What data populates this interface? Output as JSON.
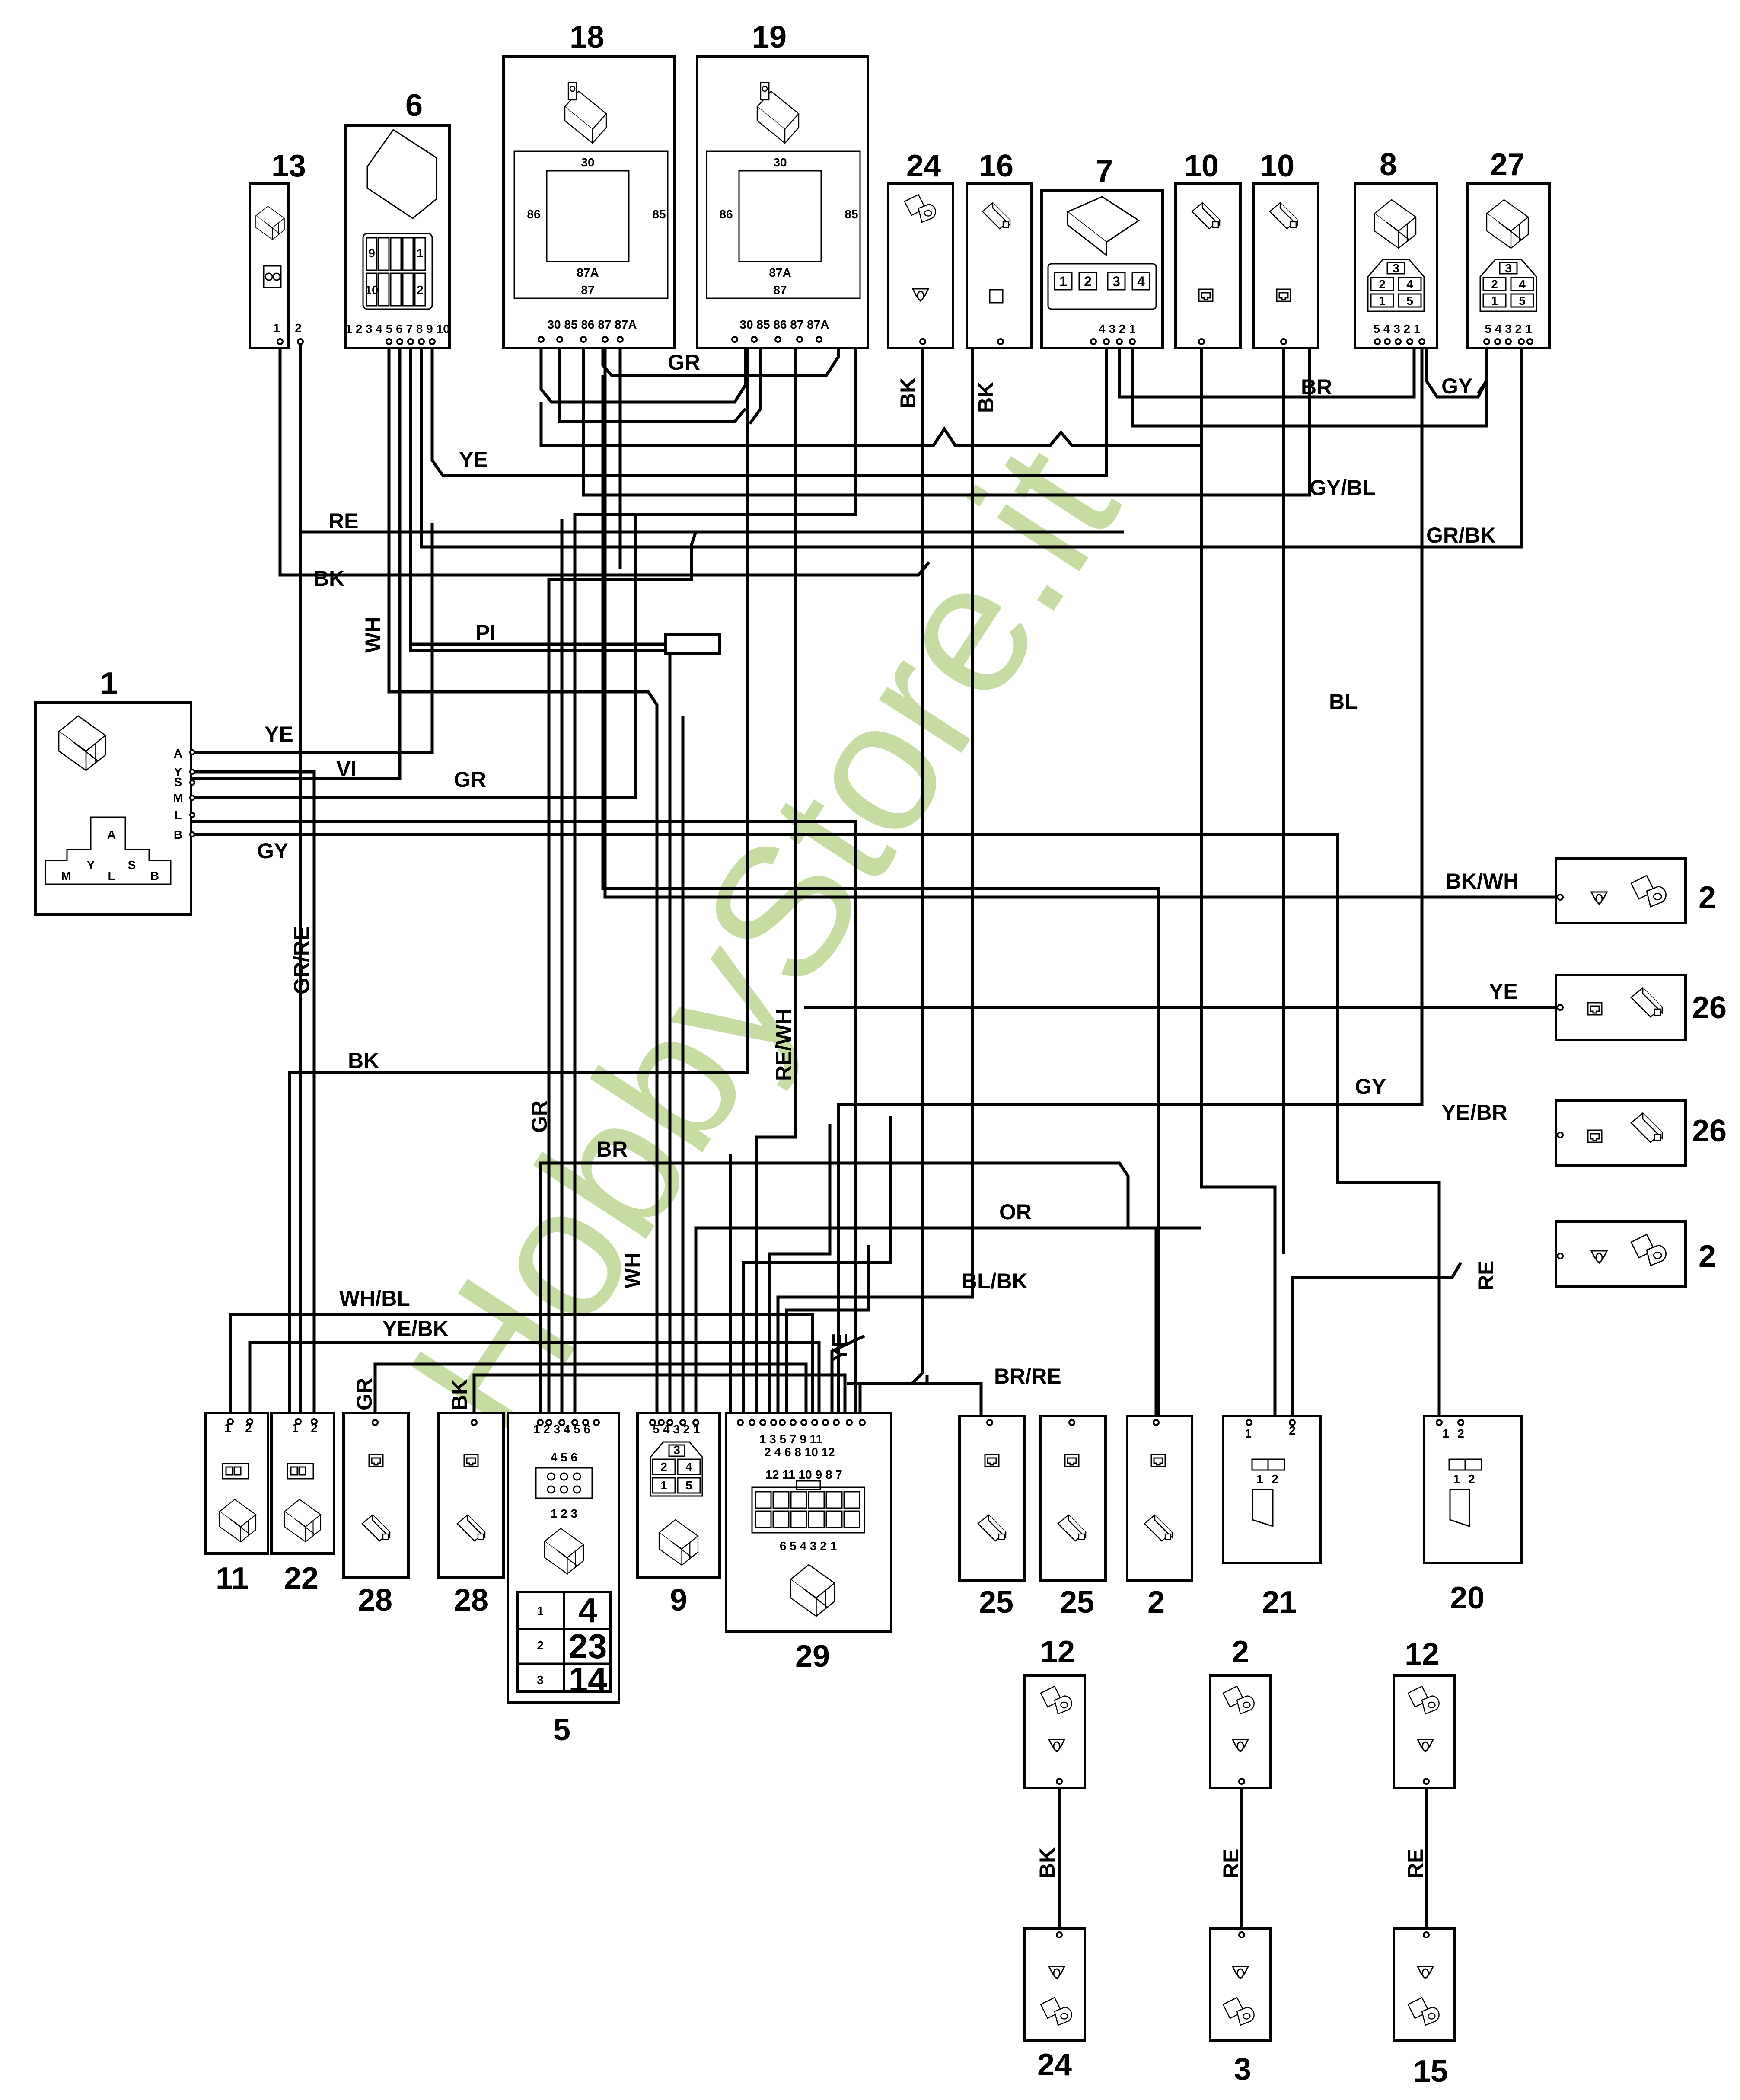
{
  "watermark": "HobbyStore.it",
  "colors": {
    "ink": "#000000",
    "watermark": "#b7d38a",
    "paper": "#ffffff"
  },
  "connectors": {
    "c13": {
      "id": "13",
      "pins": [
        "1",
        "2"
      ]
    },
    "c6": {
      "id": "6",
      "pins": "1 2 3 4 5 6 7 8 9 10",
      "face_top_left": "9",
      "face_top_right": "1",
      "face_bot_left": "10",
      "face_bot_right": "2"
    },
    "c18": {
      "id": "18",
      "t30": "30",
      "t85": "85",
      "t86": "86",
      "t87": "87",
      "t87a": "87A",
      "pins": "30 85 86 87 87A"
    },
    "c19": {
      "id": "19",
      "t30": "30",
      "t85": "85",
      "t86": "86",
      "t87": "87",
      "t87a": "87A",
      "pins": "30 85 86 87 87A"
    },
    "c24a": {
      "id": "24"
    },
    "c16": {
      "id": "16"
    },
    "c7": {
      "id": "7",
      "cells": [
        "1",
        "2",
        "3",
        "4"
      ],
      "pins": "4 3 2 1"
    },
    "c10a": {
      "id": "10"
    },
    "c10b": {
      "id": "10"
    },
    "c8": {
      "id": "8",
      "cells": [
        "3",
        "2",
        "4",
        "1",
        "5"
      ],
      "pins": "5 4 3 2 1"
    },
    "c27": {
      "id": "27",
      "cells": [
        "3",
        "2",
        "4",
        "1",
        "5"
      ],
      "pins": "5 4 3 2 1"
    },
    "c1": {
      "id": "1",
      "pins": [
        "A",
        "Y",
        "S",
        "M",
        "L",
        "B"
      ],
      "face": [
        "A",
        "Y",
        "S",
        "M",
        "L",
        "B"
      ]
    },
    "c2a": {
      "id": "2"
    },
    "c26a": {
      "id": "26"
    },
    "c26b": {
      "id": "26"
    },
    "c2b": {
      "id": "2"
    },
    "c11": {
      "id": "11",
      "pins": [
        "1",
        "2"
      ]
    },
    "c22": {
      "id": "22",
      "pins": [
        "1",
        "2"
      ]
    },
    "c28a": {
      "id": "28"
    },
    "c28b": {
      "id": "28"
    },
    "c5": {
      "id": "5",
      "pins": "1 2 3 4 5 6",
      "face_top": "4 5 6",
      "face_bot": "1 2 3",
      "table": [
        {
          "pin": "1",
          "ref": "4"
        },
        {
          "pin": "2",
          "ref": "23"
        },
        {
          "pin": "3",
          "ref": "14"
        }
      ]
    },
    "c9": {
      "id": "9",
      "pins": "5 4 3 2 1",
      "cells": [
        "3",
        "2",
        "4",
        "1",
        "5"
      ]
    },
    "c29": {
      "id": "29",
      "pins_odd": "1 3 5 7 9 11",
      "pins_even": "2 4 6 8 10 12",
      "face_top": "12 11 10 9 8 7",
      "face_bot": "6 5 4 3 2 1"
    },
    "c25a": {
      "id": "25"
    },
    "c25b": {
      "id": "25"
    },
    "c2c": {
      "id": "2"
    },
    "c21": {
      "id": "21",
      "pins": [
        "1",
        "2"
      ],
      "face": [
        "1",
        "2"
      ]
    },
    "c20": {
      "id": "20",
      "pins": [
        "1",
        "2"
      ],
      "face": [
        "1",
        "2"
      ]
    },
    "c12a": {
      "id": "12"
    },
    "c24b": {
      "id": "24"
    },
    "c2d": {
      "id": "2"
    },
    "c3": {
      "id": "3"
    },
    "c12b": {
      "id": "12"
    },
    "c15": {
      "id": "15"
    }
  },
  "wire_labels": {
    "gr_relays": "GR",
    "bk_24": "BK",
    "bk_16": "BK",
    "br_top": "BR",
    "gy_top": "GY",
    "ye_top": "YE",
    "gy_bl": "GY/BL",
    "re_top": "RE",
    "gr_bk": "GR/BK",
    "bk_left": "BK",
    "wh": "WH",
    "pi": "PI",
    "bl": "BL",
    "ye_c1": "YE",
    "vi": "VI",
    "gr_c1": "GR",
    "gy_c1": "GY",
    "bk_wh": "BK/WH",
    "ye_26": "YE",
    "gr_re": "GR/RE",
    "re_wh": "RE/WH",
    "bk_mid": "BK",
    "gy_mid": "GY",
    "ye_br": "YE/BR",
    "gr_vert": "GR",
    "br_mid": "BR",
    "or": "OR",
    "wh_vert": "WH",
    "bl_bk": "BL/BK",
    "re_right": "RE",
    "wh_bl": "WH/BL",
    "ye_bk": "YE/BK",
    "ye_vert": "YE",
    "br_re": "BR/RE",
    "gr_28": "GR",
    "bk_28": "BK",
    "bk_bot": "BK",
    "re_bot1": "RE",
    "re_bot2": "RE"
  }
}
